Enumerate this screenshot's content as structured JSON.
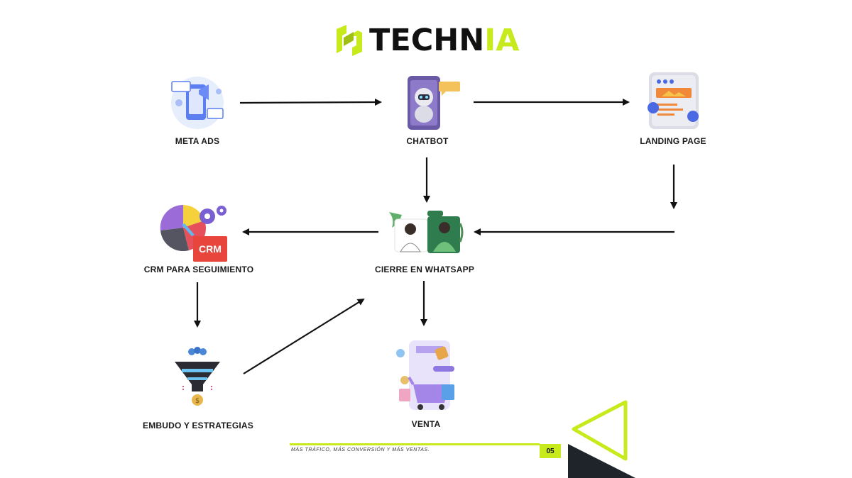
{
  "brand": {
    "logo_main": "TECHN",
    "logo_accent": "IA",
    "accent_color": "#c6ea1c"
  },
  "nodes": {
    "meta_ads": {
      "label": "META ADS",
      "icon": "social-ads-icon"
    },
    "chatbot": {
      "label": "CHATBOT",
      "icon": "robot-phone-icon"
    },
    "landing_page": {
      "label": "LANDING PAGE",
      "icon": "web-page-icon"
    },
    "crm": {
      "label": "CRM PARA SEGUIMIENTO",
      "icon": "crm-chart-icon",
      "badge": "CRM"
    },
    "whatsapp": {
      "label": "CIERRE EN WHATSAPP",
      "icon": "chat-conversation-icon"
    },
    "embudo": {
      "label": "EMBUDO Y ESTRATEGIAS",
      "icon": "funnel-icon"
    },
    "venta": {
      "label": "VENTA",
      "icon": "shopping-cart-icon"
    }
  },
  "flows": [
    {
      "from": "META ADS",
      "to": "CHATBOT"
    },
    {
      "from": "CHATBOT",
      "to": "LANDING PAGE"
    },
    {
      "from": "CHATBOT",
      "to": "CIERRE EN WHATSAPP"
    },
    {
      "from": "LANDING PAGE",
      "to": "CIERRE EN WHATSAPP"
    },
    {
      "from": "CIERRE EN WHATSAPP",
      "to": "CRM PARA SEGUIMIENTO"
    },
    {
      "from": "CRM PARA SEGUIMIENTO",
      "to": "EMBUDO Y ESTRATEGIAS"
    },
    {
      "from": "EMBUDO Y ESTRATEGIAS",
      "to": "CIERRE EN WHATSAPP"
    },
    {
      "from": "CIERRE EN WHATSAPP",
      "to": "VENTA"
    }
  ],
  "footer": {
    "tagline": "MÁS TRÁFICO, MÁS CONVERSIÓN Y MÁS VENTAS.",
    "page_number": "05"
  }
}
